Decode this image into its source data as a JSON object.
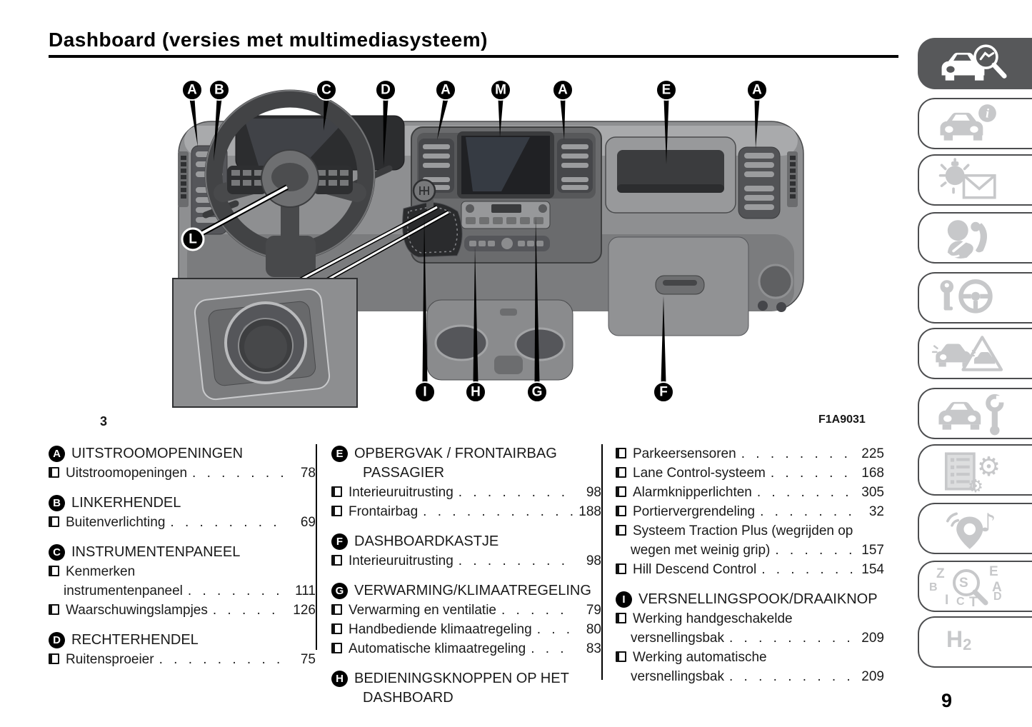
{
  "page": {
    "title": "Dashboard (versies met multimediasysteem)",
    "number": "9"
  },
  "figure": {
    "number": "3",
    "code": "F1A9031"
  },
  "diagram": {
    "letters": [
      "A",
      "B",
      "C",
      "D",
      "A",
      "M",
      "A",
      "E",
      "A",
      "L",
      "I",
      "H",
      "G",
      "F"
    ]
  },
  "index": {
    "col1": [
      {
        "letter": "A",
        "title": "UITSTROOMOPENINGEN",
        "items": [
          {
            "label": "Uitstroomopeningen",
            "page": "78"
          }
        ]
      },
      {
        "letter": "B",
        "title": "LINKERHENDEL",
        "items": [
          {
            "label": "Buitenverlichting",
            "page": "69"
          }
        ]
      },
      {
        "letter": "C",
        "title": "INSTRUMENTENPANEEL",
        "items": [
          {
            "label": "Kenmerken",
            "label2": "instrumentenpaneel",
            "page": "111"
          },
          {
            "label": "Waarschuwingslampjes",
            "page": "126"
          }
        ]
      },
      {
        "letter": "D",
        "title": "RECHTERHENDEL",
        "items": [
          {
            "label": "Ruitensproeier",
            "page": "75"
          }
        ]
      }
    ],
    "col2": [
      {
        "letter": "E",
        "title": "OPBERGVAK / FRONTAIRBAG",
        "title2": "PASSAGIER",
        "items": [
          {
            "label": "Interieuruitrusting",
            "page": "98"
          },
          {
            "label": "Frontairbag",
            "page": "188"
          }
        ]
      },
      {
        "letter": "F",
        "title": "DASHBOARDKASTJE",
        "items": [
          {
            "label": "Interieuruitrusting",
            "page": "98"
          }
        ]
      },
      {
        "letter": "G",
        "title": "VERWARMING/KLIMAATREGELING",
        "items": [
          {
            "label": "Verwarming en ventilatie",
            "page": "79"
          },
          {
            "label": "Handbediende klimaatregeling",
            "page": "80"
          },
          {
            "label": "Automatische klimaatregeling",
            "page": "83"
          }
        ]
      },
      {
        "letter": "H",
        "title": "BEDIENINGSKNOPPEN OP HET",
        "title2": "DASHBOARD",
        "items": []
      }
    ],
    "col3": [
      {
        "items": [
          {
            "label": "Parkeersensoren",
            "page": "225"
          },
          {
            "label": "Lane Control-systeem",
            "page": "168"
          },
          {
            "label": "Alarmknipperlichten",
            "page": "305"
          },
          {
            "label": "Portiervergrendeling",
            "page": "32"
          },
          {
            "label": "Systeem Traction Plus (wegrijden op",
            "label2": "wegen met weinig grip)",
            "page": "157"
          },
          {
            "label": "Hill Descend Control",
            "page": "154"
          }
        ]
      },
      {
        "letter": "I",
        "title": "VERSNELLINGSPOOK/DRAAIKNOP",
        "items": [
          {
            "label": "Werking handgeschakelde",
            "label2": "versnellingsbak",
            "page": "209"
          },
          {
            "label": "Werking automatische",
            "label2": "versnellingsbak",
            "page": "209"
          }
        ]
      }
    ]
  },
  "sidebar": {
    "accent_color": "#57585a",
    "icon_color": "#c7c8ca",
    "tabs": [
      {
        "icon": "car-magnifier-icon",
        "active": true
      },
      {
        "icon": "car-info-icon",
        "active": false
      },
      {
        "icon": "light-envelope-icon",
        "active": false
      },
      {
        "icon": "airbag-safety-icon",
        "active": false
      },
      {
        "icon": "key-steering-wheel-icon",
        "active": false
      },
      {
        "icon": "car-warning-triangle-icon",
        "active": false
      },
      {
        "icon": "car-wrench-icon",
        "active": false
      },
      {
        "icon": "list-gears-icon",
        "active": false
      },
      {
        "icon": "multimedia-pin-note-icon",
        "active": false
      },
      {
        "icon": "alphabetical-index-icon",
        "active": false
      },
      {
        "icon": "h2-icon",
        "active": false
      }
    ],
    "index_letters": [
      "Z",
      "E",
      "B",
      "A",
      "S",
      "I",
      "C",
      "T",
      "D"
    ],
    "h2": {
      "base": "H",
      "sub": "2"
    }
  }
}
